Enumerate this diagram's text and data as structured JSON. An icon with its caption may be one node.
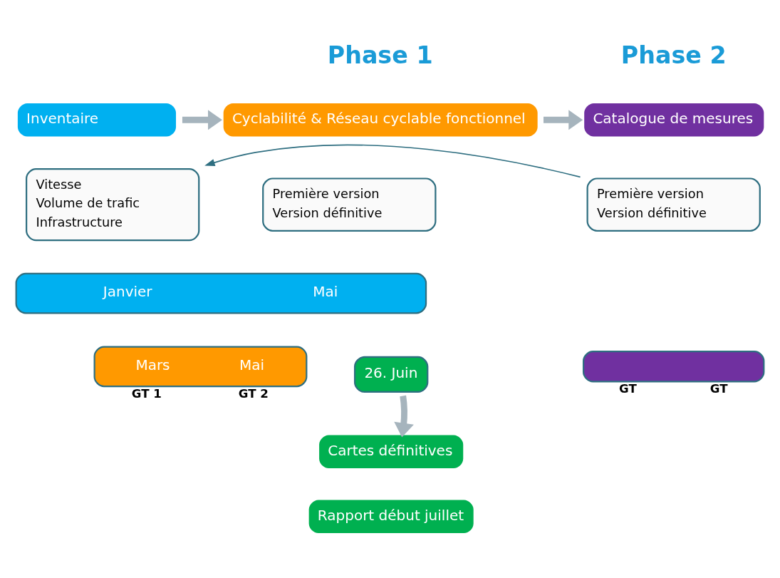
{
  "diagram": {
    "nodes": [
      {
        "text": [
          "Inventaire"
        ]
      },
      {
        "text": [
          "Vitesse",
          "Volume de trafic",
          "Infrastructure"
        ]
      },
      {
        "text": [
          "Cyclabilité & Réseau cyclable fonctionnel"
        ]
      },
      {
        "text": [
          "Première version",
          "Version définitive"
        ]
      },
      {
        "text": [
          "Catalogue de mesures"
        ]
      },
      {
        "text": [
          "Première version",
          "Version définitive"
        ]
      },
      {
        "text": [
          "Janvier",
          "Mai"
        ]
      },
      {
        "text": [
          "Mars",
          "Mai"
        ],
        "beside": [
          "GT 1",
          "GT 2"
        ]
      },
      {
        "text": [
          "26. Juin"
        ]
      },
      {
        "text": [],
        "shape": "bar",
        "beside": [
          "GT",
          "GT"
        ]
      },
      {
        "text": [
          "Cartes définitives"
        ]
      },
      {
        "text": [
          "Rapport début juillet"
        ]
      }
    ],
    "edges": [
      {
        "from": 0,
        "to": 2,
        "arrow": "to"
      },
      {
        "from": 2,
        "to": 4,
        "arrow": "to"
      },
      {
        "from": 5,
        "to": 1,
        "arrow": "to",
        "color": "#2e6e80"
      },
      {
        "from": 8,
        "to": 10,
        "arrow": "to"
      }
    ],
    "labels": [
      "Phase 1",
      "Phase 2"
    ]
  }
}
